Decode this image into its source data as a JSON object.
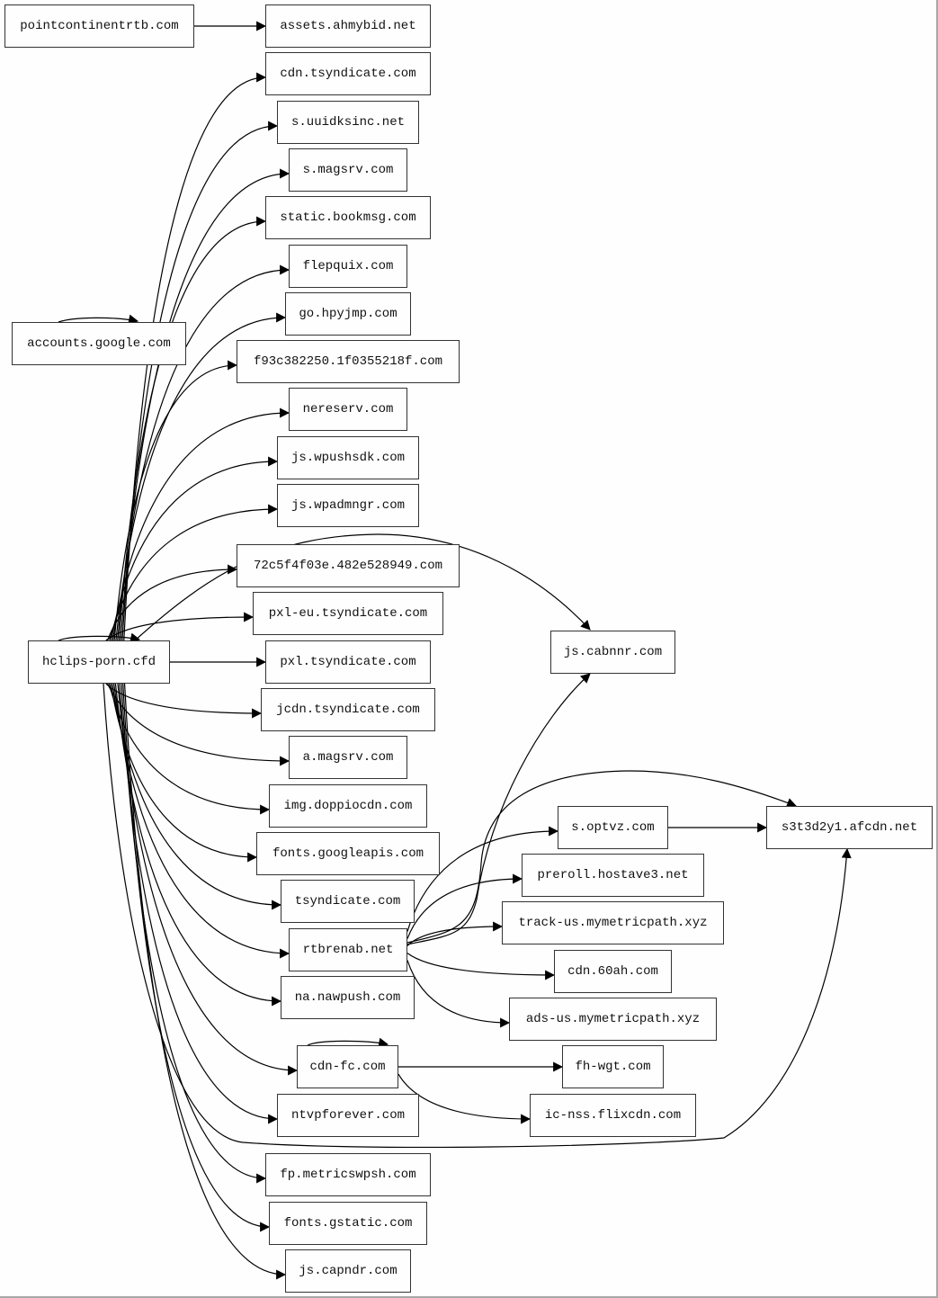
{
  "graph": {
    "nodes": [
      {
        "id": "pointcontinentrtb",
        "label": "pointcontinentrtb.com"
      },
      {
        "id": "assets_ahmybid",
        "label": "assets.ahmybid.net"
      },
      {
        "id": "cdn_tsyndicate",
        "label": "cdn.tsyndicate.com"
      },
      {
        "id": "s_uuidksinc",
        "label": "s.uuidksinc.net"
      },
      {
        "id": "s_magsrv",
        "label": "s.magsrv.com"
      },
      {
        "id": "static_bookmsg",
        "label": "static.bookmsg.com"
      },
      {
        "id": "flepquix",
        "label": "flepquix.com"
      },
      {
        "id": "go_hpyjmp",
        "label": "go.hpyjmp.com"
      },
      {
        "id": "accounts_google",
        "label": "accounts.google.com"
      },
      {
        "id": "f93c",
        "label": "f93c382250.1f0355218f.com"
      },
      {
        "id": "nereserv",
        "label": "nereserv.com"
      },
      {
        "id": "js_wpushsdk",
        "label": "js.wpushsdk.com"
      },
      {
        "id": "js_wpadmngr",
        "label": "js.wpadmngr.com"
      },
      {
        "id": "h72c5",
        "label": "72c5f4f03e.482e528949.com"
      },
      {
        "id": "pxl_eu",
        "label": "pxl-eu.tsyndicate.com"
      },
      {
        "id": "hclips",
        "label": "hclips-porn.cfd"
      },
      {
        "id": "pxl_tsyndicate",
        "label": "pxl.tsyndicate.com"
      },
      {
        "id": "js_cabnnr",
        "label": "js.cabnnr.com"
      },
      {
        "id": "jcdn_tsyndicate",
        "label": "jcdn.tsyndicate.com"
      },
      {
        "id": "a_magsrv",
        "label": "a.magsrv.com"
      },
      {
        "id": "img_doppiocdn",
        "label": "img.doppiocdn.com"
      },
      {
        "id": "s_optvz",
        "label": "s.optvz.com"
      },
      {
        "id": "s3t3d2y1",
        "label": "s3t3d2y1.afcdn.net"
      },
      {
        "id": "fonts_googleapis",
        "label": "fonts.googleapis.com"
      },
      {
        "id": "preroll",
        "label": "preroll.hostave3.net"
      },
      {
        "id": "tsyndicate",
        "label": "tsyndicate.com"
      },
      {
        "id": "track_us",
        "label": "track-us.mymetricpath.xyz"
      },
      {
        "id": "rtbrenab",
        "label": "rtbrenab.net"
      },
      {
        "id": "cdn_60ah",
        "label": "cdn.60ah.com"
      },
      {
        "id": "na_nawpush",
        "label": "na.nawpush.com"
      },
      {
        "id": "ads_us",
        "label": "ads-us.mymetricpath.xyz"
      },
      {
        "id": "cdn_fc",
        "label": "cdn-fc.com"
      },
      {
        "id": "fh_wgt",
        "label": "fh-wgt.com"
      },
      {
        "id": "ntvpforever",
        "label": "ntvpforever.com"
      },
      {
        "id": "ic_nss",
        "label": "ic-nss.flixcdn.com"
      },
      {
        "id": "fp_metricswpsh",
        "label": "fp.metricswpsh.com"
      },
      {
        "id": "fonts_gstatic",
        "label": "fonts.gstatic.com"
      },
      {
        "id": "js_capndr",
        "label": "js.capndr.com"
      }
    ],
    "edges": [
      [
        "pointcontinentrtb",
        "assets_ahmybid"
      ],
      [
        "accounts_google",
        "accounts_google"
      ],
      [
        "hclips",
        "hclips"
      ],
      [
        "hclips",
        "cdn_tsyndicate"
      ],
      [
        "hclips",
        "s_uuidksinc"
      ],
      [
        "hclips",
        "s_magsrv"
      ],
      [
        "hclips",
        "static_bookmsg"
      ],
      [
        "hclips",
        "flepquix"
      ],
      [
        "hclips",
        "go_hpyjmp"
      ],
      [
        "hclips",
        "f93c"
      ],
      [
        "hclips",
        "nereserv"
      ],
      [
        "hclips",
        "js_wpushsdk"
      ],
      [
        "hclips",
        "js_wpadmngr"
      ],
      [
        "hclips",
        "js_cabnnr"
      ],
      [
        "hclips",
        "h72c5"
      ],
      [
        "hclips",
        "pxl_eu"
      ],
      [
        "hclips",
        "pxl_tsyndicate"
      ],
      [
        "hclips",
        "jcdn_tsyndicate"
      ],
      [
        "hclips",
        "a_magsrv"
      ],
      [
        "hclips",
        "img_doppiocdn"
      ],
      [
        "hclips",
        "fonts_googleapis"
      ],
      [
        "hclips",
        "tsyndicate"
      ],
      [
        "hclips",
        "rtbrenab"
      ],
      [
        "hclips",
        "na_nawpush"
      ],
      [
        "hclips",
        "cdn_fc"
      ],
      [
        "hclips",
        "ntvpforever"
      ],
      [
        "hclips",
        "s3t3d2y1"
      ],
      [
        "hclips",
        "fp_metricswpsh"
      ],
      [
        "hclips",
        "fonts_gstatic"
      ],
      [
        "hclips",
        "js_capndr"
      ],
      [
        "rtbrenab",
        "js_cabnnr"
      ],
      [
        "rtbrenab",
        "s3t3d2y1"
      ],
      [
        "rtbrenab",
        "s_optvz"
      ],
      [
        "rtbrenab",
        "preroll"
      ],
      [
        "rtbrenab",
        "track_us"
      ],
      [
        "rtbrenab",
        "cdn_60ah"
      ],
      [
        "rtbrenab",
        "ads_us"
      ],
      [
        "s_optvz",
        "s3t3d2y1"
      ],
      [
        "cdn_fc",
        "cdn_fc"
      ],
      [
        "cdn_fc",
        "fh_wgt"
      ],
      [
        "cdn_fc",
        "ic_nss"
      ]
    ]
  }
}
